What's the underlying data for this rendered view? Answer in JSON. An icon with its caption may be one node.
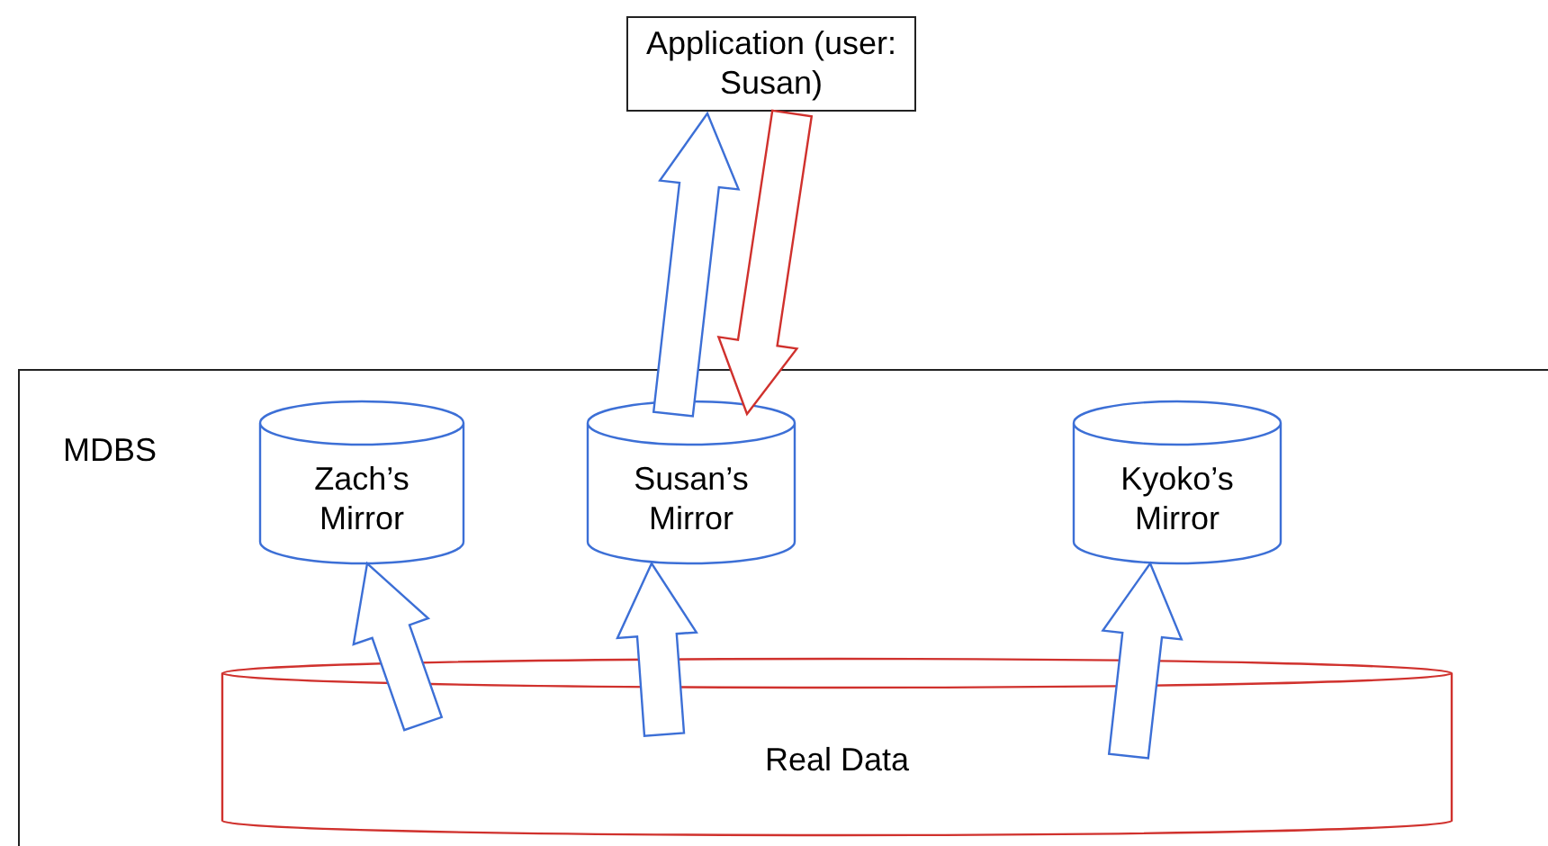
{
  "diagram": {
    "nodes": [
      {
        "text": [
          "Application (user: Susan)"
        ]
      },
      {
        "text": [
          "MDBS"
        ]
      },
      {
        "text": [
          "Zach’s Mirror"
        ],
        "in": 1
      },
      {
        "text": [
          "Susan’s Mirror"
        ],
        "in": 1
      },
      {
        "text": [
          "Kyoko’s Mirror"
        ],
        "in": 1
      },
      {
        "text": [
          "Real Data"
        ],
        "in": 1
      }
    ],
    "edges": [
      {
        "from": 3,
        "to": 0,
        "arrow": "to"
      },
      {
        "from": 0,
        "to": 3,
        "arrow": "to",
        "color": "#d0312d"
      },
      {
        "from": 5,
        "to": 2,
        "arrow": "to"
      },
      {
        "from": 5,
        "to": 3,
        "arrow": "to"
      },
      {
        "from": 5,
        "to": 4,
        "arrow": "to"
      }
    ]
  }
}
